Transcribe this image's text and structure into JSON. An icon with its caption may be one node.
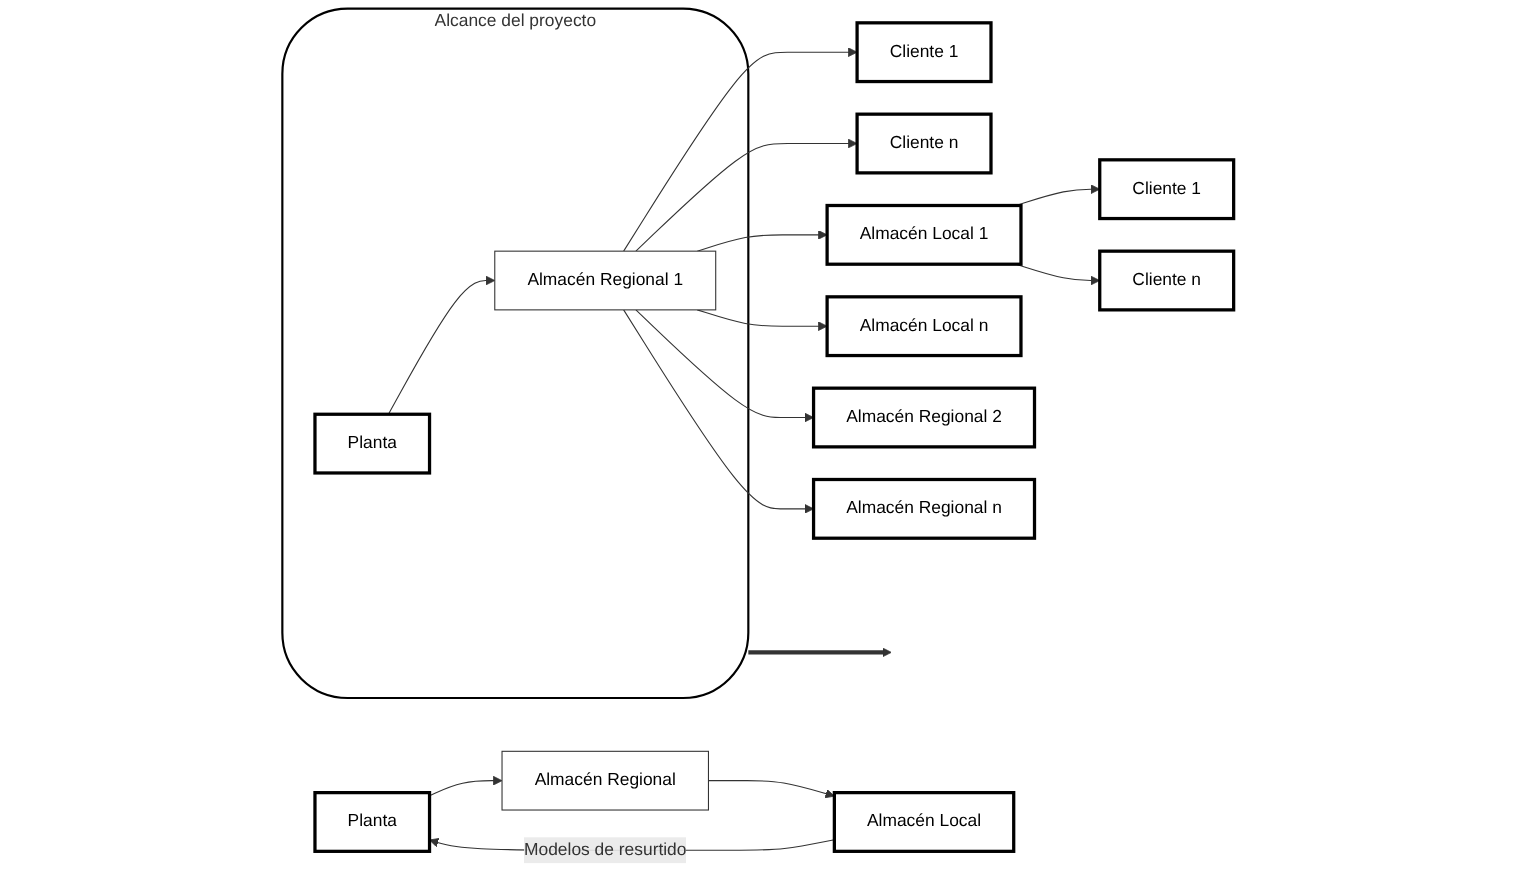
{
  "diagram": {
    "nodes": [
      {
        "text": [
          "Alcance del proyecto"
        ]
      },
      {
        "text": [
          "Planta"
        ],
        "in": 0
      },
      {
        "text": [
          "Almacén Regional 1"
        ],
        "in": 0
      },
      {
        "text": [
          "Cliente 1"
        ]
      },
      {
        "text": [
          "Cliente n"
        ]
      },
      {
        "text": [
          "Almacén Local 1"
        ]
      },
      {
        "text": [
          "Almacén Local n"
        ]
      },
      {
        "text": [
          "Almacén Regional 2"
        ]
      },
      {
        "text": [
          "Almacén Regional n"
        ]
      },
      {
        "text": [
          "Cliente 1"
        ]
      },
      {
        "text": [
          "Cliente n"
        ]
      },
      {
        "text": [
          "Planta"
        ]
      },
      {
        "text": [
          "Almacén Regional"
        ]
      },
      {
        "text": [
          "Almacén Local"
        ]
      }
    ],
    "edges": [
      {
        "from": 1,
        "to": 2,
        "arrow": "to"
      },
      {
        "from": 2,
        "to": 3,
        "arrow": "to"
      },
      {
        "from": 2,
        "to": 4,
        "arrow": "to"
      },
      {
        "from": 2,
        "to": 5,
        "arrow": "to"
      },
      {
        "from": 2,
        "to": 6,
        "arrow": "to"
      },
      {
        "from": 2,
        "to": 7,
        "arrow": "to"
      },
      {
        "from": 2,
        "to": 8,
        "arrow": "to"
      },
      {
        "from": 5,
        "to": 9,
        "arrow": "to"
      },
      {
        "from": 5,
        "to": 10,
        "arrow": "to"
      },
      {
        "from": 0,
        "to": null,
        "arrow": "to",
        "style": "thick"
      },
      {
        "from": 11,
        "to": 12,
        "arrow": "to"
      },
      {
        "from": 12,
        "to": 13,
        "arrow": "to"
      },
      {
        "from": 13,
        "to": 11,
        "arrow": "to",
        "label": "Modelos de resurtido"
      }
    ]
  }
}
